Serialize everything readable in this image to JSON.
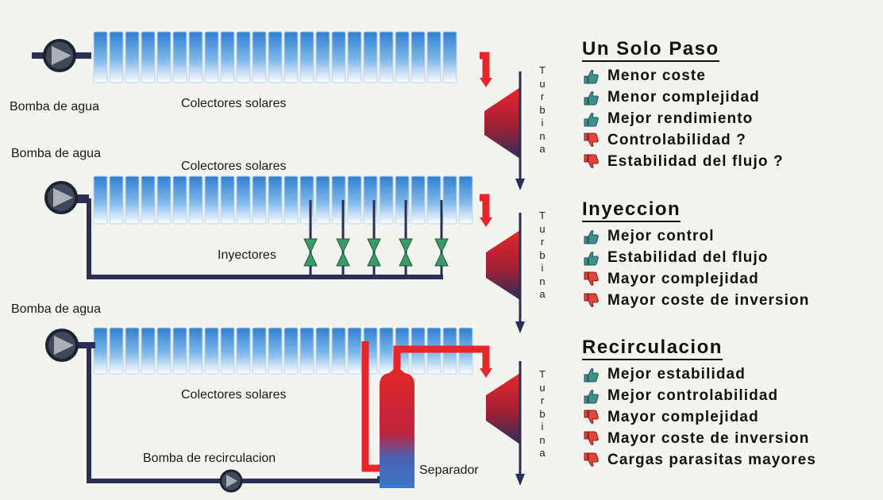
{
  "diagram": {
    "labels": {
      "bomba_agua": "Bomba de agua",
      "colectores": "Colectores solares",
      "inyectores": "Inyectores",
      "bomba_recirculacion": "Bomba de recirculacion",
      "separador": "Separador",
      "turbina": "Turbina"
    },
    "colors": {
      "cold_pipe": "#2b2f55",
      "hot_pipe": "#e8252a",
      "collector": "#3f8fd8",
      "injector": "#3a9a6a",
      "separator_hot": "#e02626",
      "separator_cold": "#3b6fb8"
    }
  },
  "panels": [
    {
      "title": "Un Solo Paso",
      "items": [
        {
          "icon": "thumbs-up-icon",
          "text": "Menor coste"
        },
        {
          "icon": "thumbs-up-icon",
          "text": "Menor complejidad"
        },
        {
          "icon": "thumbs-up-icon",
          "text": "Mejor rendimiento"
        },
        {
          "icon": "thumbs-down-icon",
          "text": "Controlabilidad ?"
        },
        {
          "icon": "thumbs-down-icon",
          "text": "Estabilidad del flujo ?"
        }
      ]
    },
    {
      "title": "Inyeccion",
      "items": [
        {
          "icon": "thumbs-up-icon",
          "text": "Mejor control"
        },
        {
          "icon": "thumbs-up-icon",
          "text": "Estabilidad del flujo"
        },
        {
          "icon": "thumbs-down-icon",
          "text": "Mayor complejidad"
        },
        {
          "icon": "thumbs-down-icon",
          "text": "Mayor coste de inversion"
        }
      ]
    },
    {
      "title": "Recirculacion",
      "items": [
        {
          "icon": "thumbs-up-icon",
          "text": "Mejor estabilidad"
        },
        {
          "icon": "thumbs-up-icon",
          "text": "Mejor controlabilidad"
        },
        {
          "icon": "thumbs-down-icon",
          "text": "Mayor complejidad"
        },
        {
          "icon": "thumbs-down-icon",
          "text": "Mayor coste de inversion"
        },
        {
          "icon": "thumbs-down-icon",
          "text": "Cargas parasitas mayores"
        }
      ]
    }
  ]
}
